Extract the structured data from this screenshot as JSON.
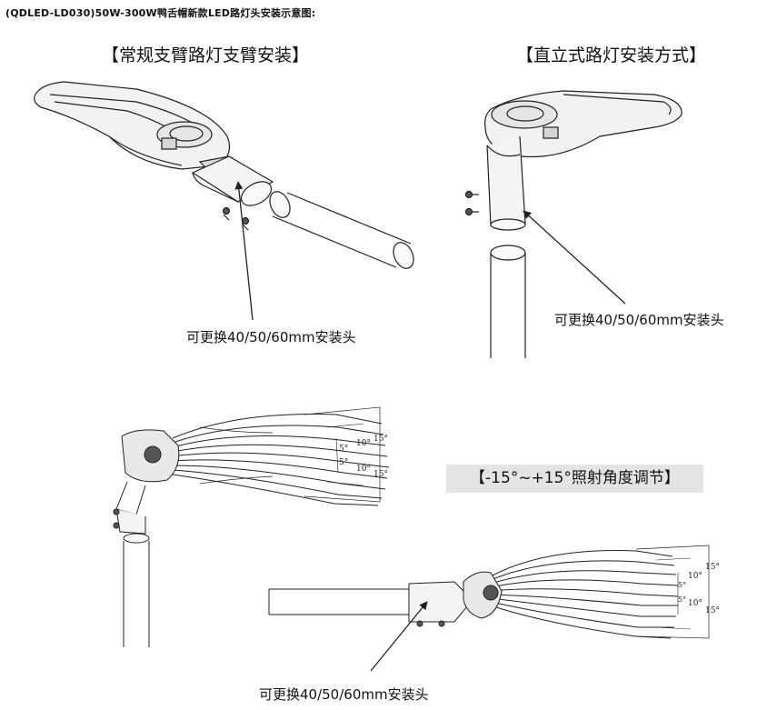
{
  "title": "(QDLED-LD030)50W-300W鸭舌帽新款LED路灯头安装示意图:",
  "diagrams": {
    "arm_install": {
      "heading": "【常规支臂路灯支臂安装】",
      "callout": "可更换40/50/60mm安装头"
    },
    "upright_install": {
      "heading": "【直立式路灯安装方式】",
      "callout": "可更换40/50/60mm安装头"
    },
    "angle_adjust": {
      "heading": "【-15°~+15°照射角度调节】",
      "upper_angle_labels": [
        "15°",
        "10°",
        "5°",
        "5°",
        "10°",
        "15°"
      ],
      "lower_angle_labels": [
        "15°",
        "10°",
        "5°",
        "5°",
        "10°",
        "15°"
      ],
      "callout": "可更换40/50/60mm安装头"
    }
  },
  "colors": {
    "line": "#222222",
    "lamp_fill": "#f2f2f2",
    "lamp_shade": "#d6d6d6",
    "label_background": "#e4e4e4"
  }
}
